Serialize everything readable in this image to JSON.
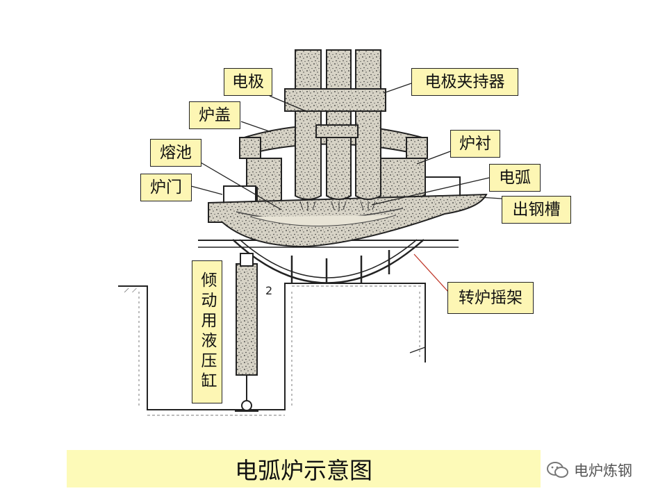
{
  "labels": {
    "electrode": "电极",
    "electrode_holder": "电极夹持器",
    "furnace_roof": "炉盖",
    "molten_pool": "熔池",
    "furnace_lining": "炉衬",
    "furnace_door": "炉门",
    "electric_arc": "电弧",
    "tapping_spout": "出钢槽",
    "rocker_cradle": "转炉摇架",
    "hydraulic_cylinder": "倾动用液压缸",
    "marker_2": "2"
  },
  "title": "电弧炉示意图",
  "watermark": "电炉炼钢",
  "colors": {
    "label_bg": "#fdf6b4",
    "title_bg": "#fdfab8",
    "line": "#222222",
    "leader_red": "#c0392b"
  }
}
